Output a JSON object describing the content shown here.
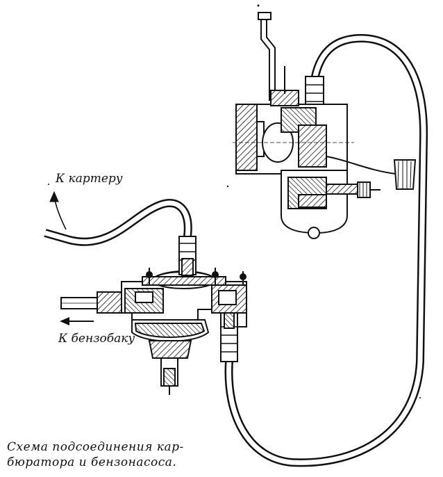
{
  "labels": {
    "crankcase": "К картеру",
    "fuel_tank": "К бензобаку"
  },
  "caption": {
    "line1": "Схема подсоединения кар-",
    "line2": "бюратора и бензонасоса."
  },
  "colors": {
    "ink": "#111111",
    "paper": "#ffffff"
  }
}
